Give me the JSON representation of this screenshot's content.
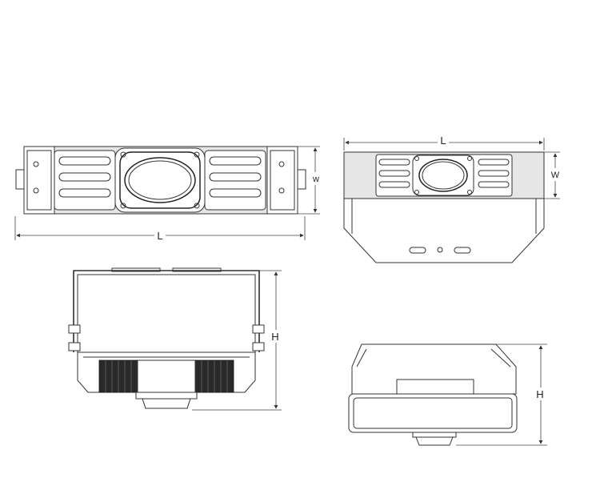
{
  "views": {
    "front": {
      "length_label": "L",
      "width_label": "w"
    },
    "top": {
      "length_label": "L",
      "width_label": "W"
    },
    "side": {
      "height_label": "H"
    },
    "end": {
      "height_label": "H"
    }
  },
  "colors": {
    "line": "#333333",
    "fill": "#e6e6e6",
    "background": "#ffffff"
  }
}
